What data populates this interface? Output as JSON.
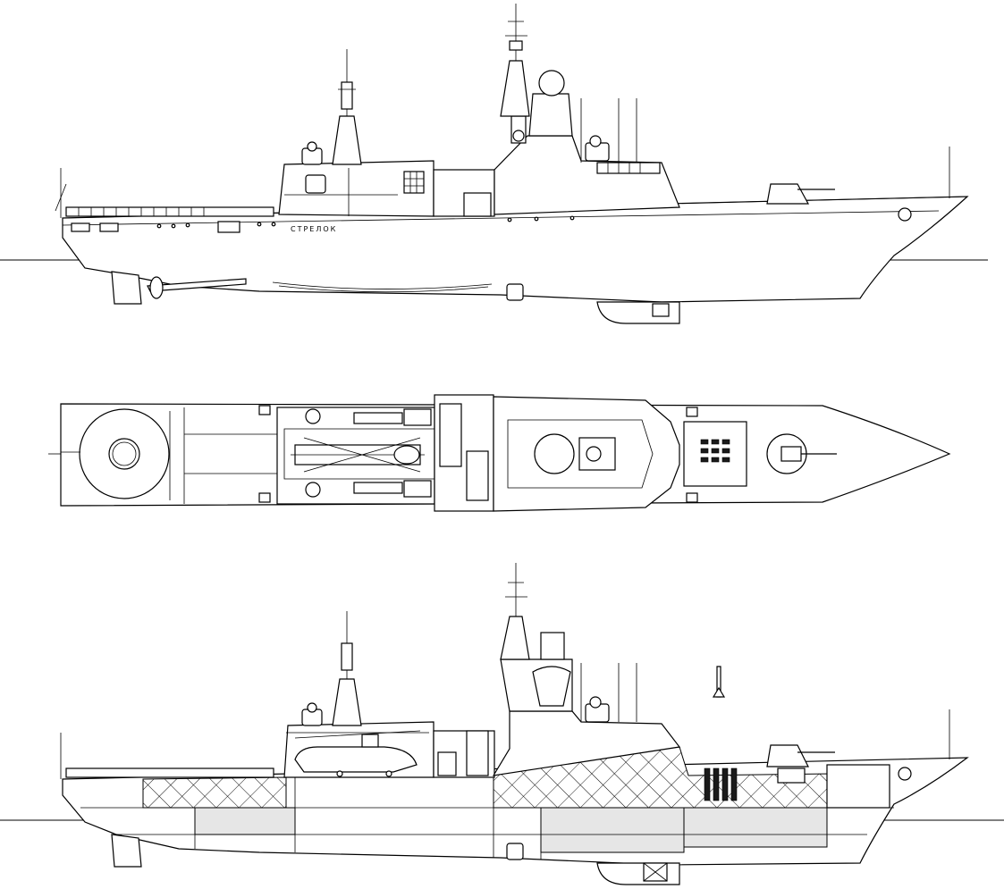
{
  "drawing": {
    "hull_name": "СТРЕЛОК",
    "views": [
      "side-profile",
      "plan",
      "inboard-profile"
    ],
    "colors": {
      "line": "#000000",
      "background": "#ffffff",
      "section_fill": "#e6e6e6"
    }
  }
}
